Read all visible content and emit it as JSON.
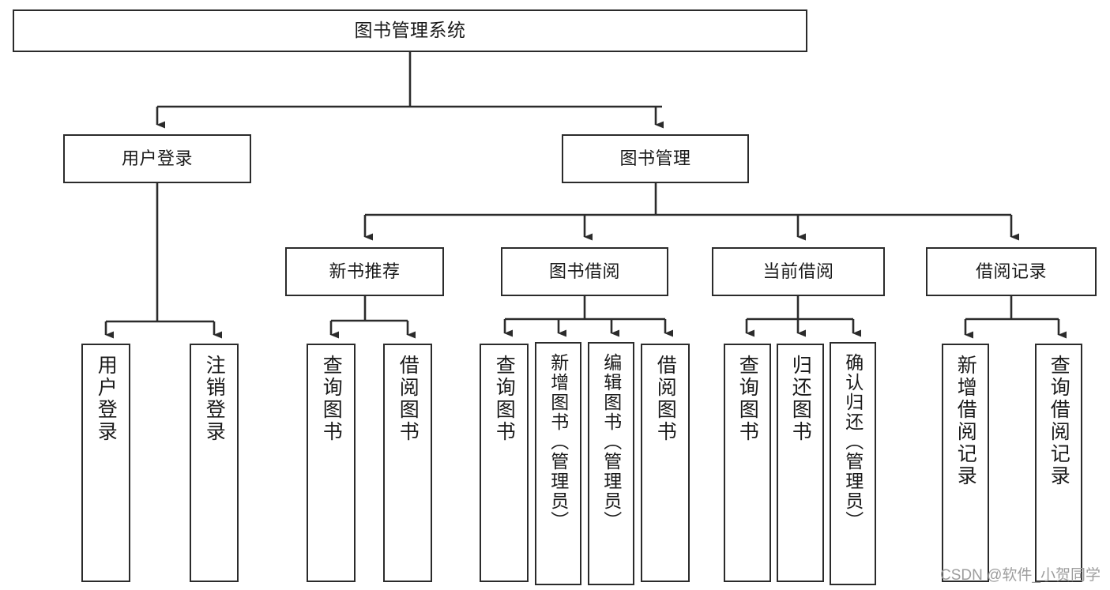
{
  "diagram": {
    "type": "tree",
    "title": "图书管理系统",
    "style": {
      "box_fill": "#ffffff",
      "box_stroke": "#2b2b2b",
      "line_color": "#2b2b2b",
      "background": "#ffffff",
      "text_color": "#1a1a1a"
    },
    "root": {
      "label": "图书管理系统"
    },
    "level2": [
      {
        "label": "用户登录"
      },
      {
        "label": "图书管理"
      }
    ],
    "level3": [
      {
        "label": "新书推荐"
      },
      {
        "label": "图书借阅"
      },
      {
        "label": "当前借阅"
      },
      {
        "label": "借阅记录"
      }
    ],
    "leaves": {
      "user_login": [
        {
          "label": "用户登录"
        },
        {
          "label": "注销登录"
        }
      ],
      "new_book": [
        {
          "label": "查询图书"
        },
        {
          "label": "借阅图书"
        }
      ],
      "borrow": [
        {
          "label": "查询图书"
        },
        {
          "label": "新增图书（管理员）"
        },
        {
          "label": "编辑图书（管理员）"
        },
        {
          "label": "借阅图书"
        }
      ],
      "current": [
        {
          "label": "查询图书"
        },
        {
          "label": "归还图书"
        },
        {
          "label": "确认归还（管理员）"
        }
      ],
      "records": [
        {
          "label": "新增借阅记录"
        },
        {
          "label": "查询借阅记录"
        }
      ]
    }
  },
  "watermark": {
    "text": "CSDN @软件_小贺同学"
  }
}
